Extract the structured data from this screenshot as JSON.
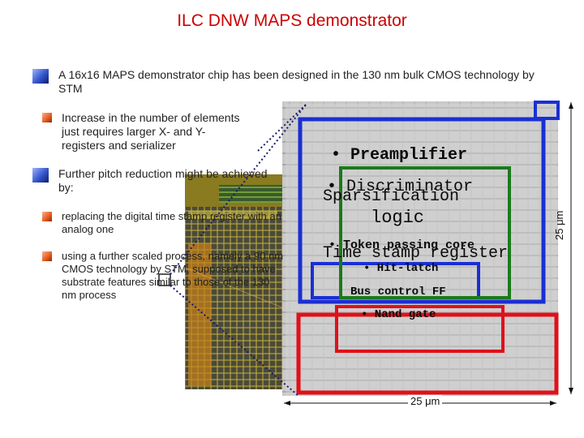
{
  "slide": {
    "title": "ILC DNW MAPS demonstrator",
    "bullets": {
      "b1": "A 16x16 MAPS demonstrator chip has been designed in the 130 nm bulk CMOS technology by STM",
      "b1_sub": "Increase in the number of elements just requires larger X- and Y-registers and serializer",
      "b2": "Further pitch reduction might be achieved by:",
      "b2_sub1": "replacing the digital time stamp register with an analog one",
      "b2_sub2": "using a further scaled process, namely a 90 nm CMOS technology by STM, supposed to have substrate features similar to those of the 130 nm process"
    }
  },
  "layout_labels": {
    "preamplifier": "• Preamplifier",
    "discriminator": "• Discriminator",
    "sparsification": "Sparsification",
    "logic": "logic",
    "token_passing_core": "• Token passing core",
    "time_stamp_register": "Time stamp register",
    "hit_latch": "• Hit-latch",
    "bus_control": "Bus control FF",
    "nand_gate": "• Nand gate",
    "width_dim": "25 μm",
    "height_dim": "25 μm"
  },
  "colors": {
    "title": "#cc0000",
    "box_blue": "#1a2fd4",
    "box_green": "#1b7a1b",
    "box_red": "#e0101a",
    "layout_bg": "#cfcfcf",
    "dotted_lines": "#1a1a6a"
  }
}
